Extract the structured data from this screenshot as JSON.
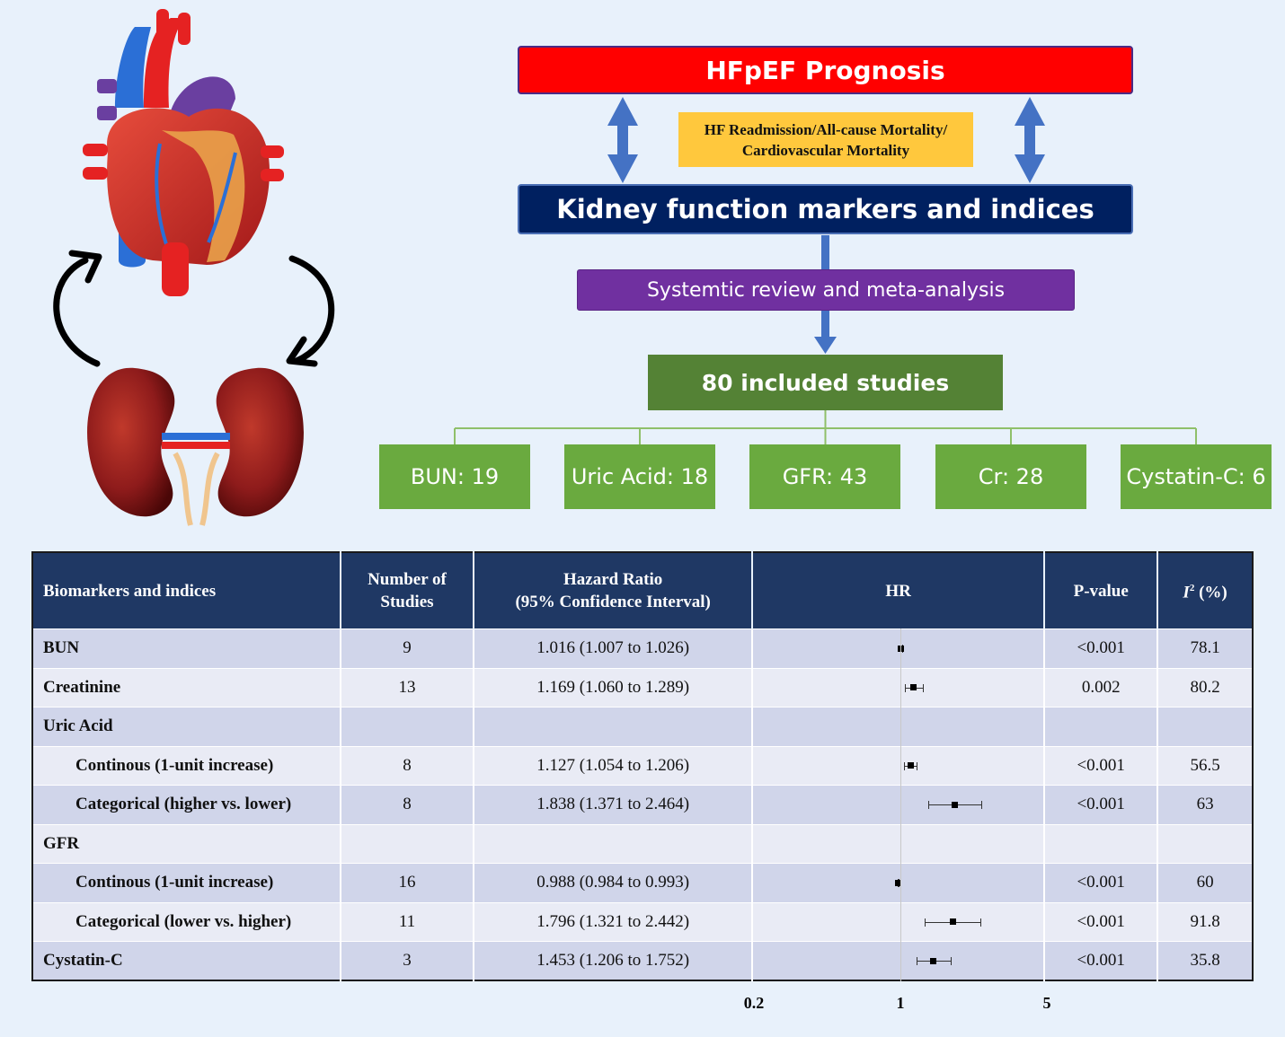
{
  "header": {
    "prognosis": "HFpEF Prognosis",
    "outcomes": [
      "HF Readmission/All-cause Mortality/",
      "Cardiovascular Mortality"
    ],
    "markers": "Kidney function markers and indices",
    "review": "Systemtic review and meta-analysis",
    "included": "80 included studies"
  },
  "counts": [
    "BUN: 19",
    "Uric Acid: 18",
    "GFR: 43",
    "Cr: 28",
    "Cystatin-C: 6"
  ],
  "colors": {
    "prognosis": "#ff0000",
    "outcomes": "#ffc83d",
    "markers": "#002060",
    "review": "#7030a0",
    "included": "#548235",
    "counts": "#6aaa3f",
    "table_header": "#1f3864",
    "arrows": "#4472c4"
  },
  "icons": [
    "heart-illustration",
    "kidneys-illustration",
    "cycle-arrow-icon"
  ],
  "table": {
    "headers": {
      "name": "Biomarkers and indices",
      "studies_1": "Number of",
      "studies_2": "Studies",
      "hr_1": "Hazard Ratio",
      "hr_2": "(95% Confidence Interval)",
      "plot": "HR",
      "p": "P-value",
      "i2_sym": "I",
      "i2_sup": "2",
      "i2_unit": " (%)"
    },
    "rows": [
      {
        "name": "BUN",
        "studies": "9",
        "hr_text": "1.016 (1.007 to 1.026)",
        "hr": 1.016,
        "lo": 1.007,
        "hi": 1.026,
        "p": "<0.001",
        "i2": "78.1"
      },
      {
        "name": "Creatinine",
        "studies": "13",
        "hr_text": "1.169 (1.060 to 1.289)",
        "hr": 1.169,
        "lo": 1.06,
        "hi": 1.289,
        "p": "0.002",
        "i2": "80.2"
      },
      {
        "name": "Uric Acid",
        "group": true
      },
      {
        "name": "Continous (1-unit increase)",
        "sub": true,
        "studies": "8",
        "hr_text": "1.127 (1.054 to 1.206)",
        "hr": 1.127,
        "lo": 1.054,
        "hi": 1.206,
        "p": "<0.001",
        "i2": "56.5"
      },
      {
        "name": "Categorical (higher vs. lower)",
        "sub": true,
        "studies": "8",
        "hr_text": "1.838 (1.371 to 2.464)",
        "hr": 1.838,
        "lo": 1.371,
        "hi": 2.464,
        "p": "<0.001",
        "i2": "63"
      },
      {
        "name": "GFR",
        "group": true
      },
      {
        "name": "Continous (1-unit increase)",
        "sub": true,
        "studies": "16",
        "hr_text": "0.988 (0.984 to 0.993)",
        "hr": 0.988,
        "lo": 0.984,
        "hi": 0.993,
        "p": "<0.001",
        "i2": "60"
      },
      {
        "name": "Categorical (lower vs. higher)",
        "sub": true,
        "studies": "11",
        "hr_text": "1.796 (1.321 to 2.442)",
        "hr": 1.796,
        "lo": 1.321,
        "hi": 2.442,
        "p": "<0.001",
        "i2": "91.8"
      },
      {
        "name": "Cystatin-C",
        "studies": "3",
        "hr_text": "1.453 (1.206 to 1.752)",
        "hr": 1.453,
        "lo": 1.206,
        "hi": 1.752,
        "p": "<0.001",
        "i2": "35.8"
      }
    ]
  },
  "chart_data": {
    "type": "forest",
    "scale": "log",
    "xlim": [
      0.2,
      5
    ],
    "ticks": [
      {
        "value": 0.2,
        "label": "0.2"
      },
      {
        "value": 1,
        "label": "1"
      },
      {
        "value": 5,
        "label": "5"
      }
    ],
    "reference": 1
  }
}
